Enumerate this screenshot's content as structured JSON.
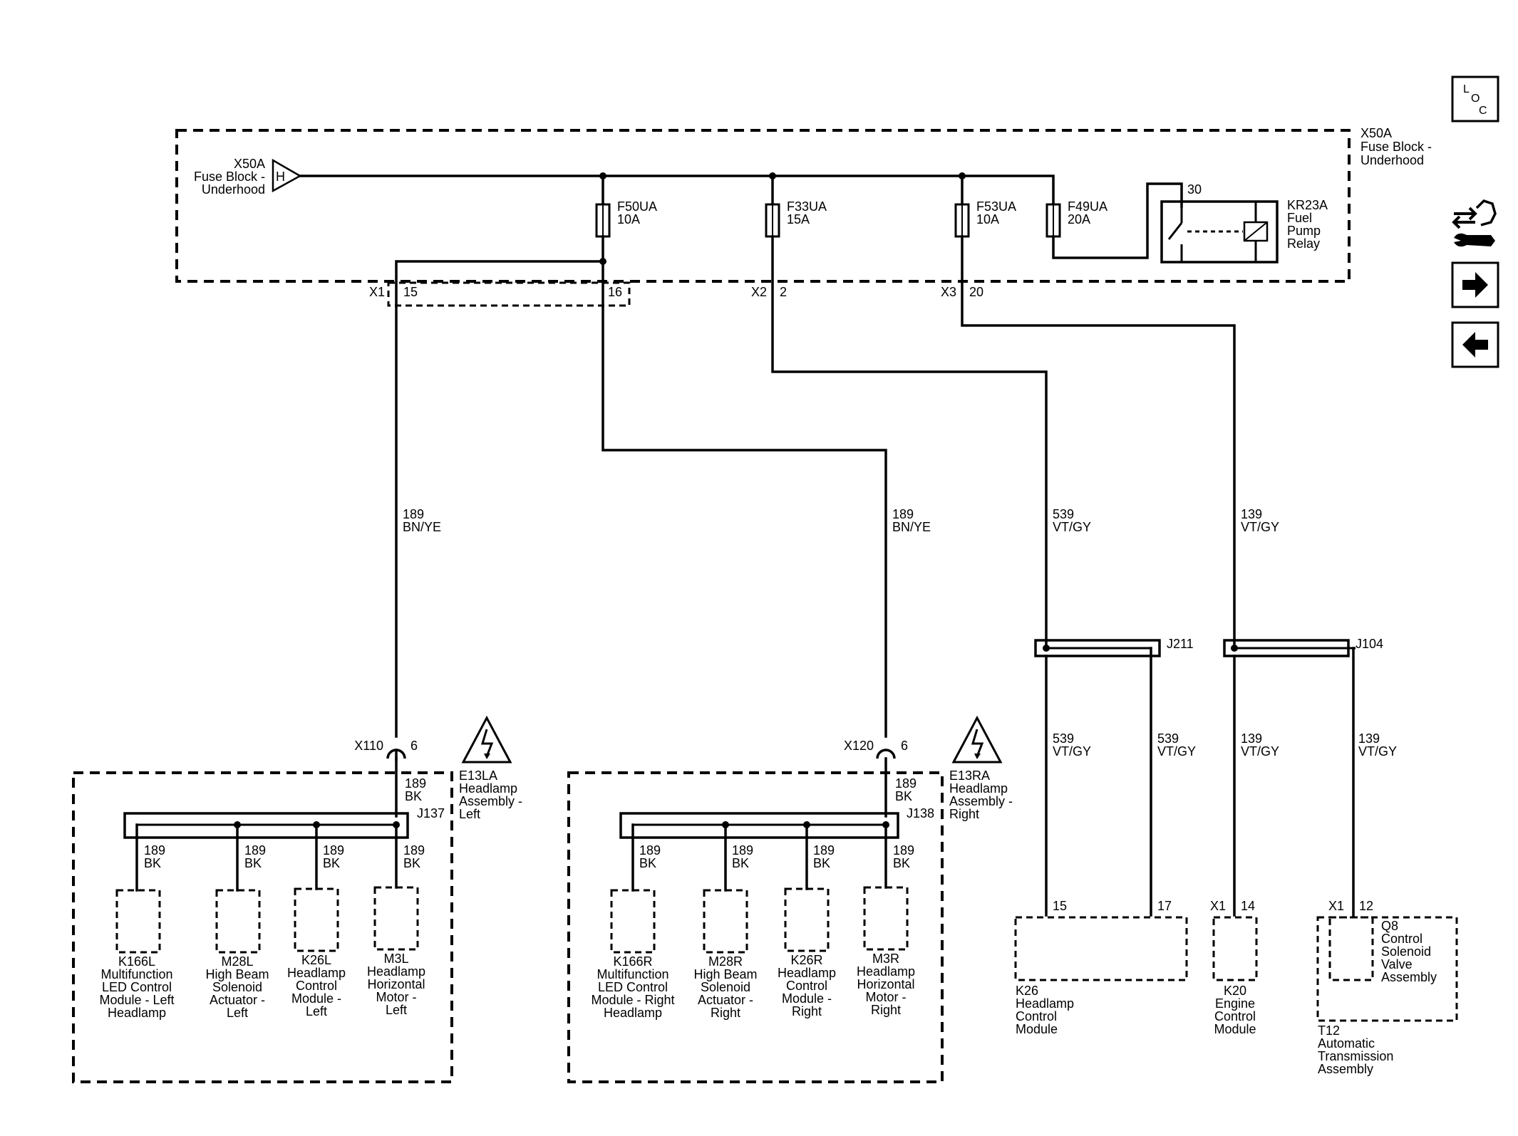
{
  "fuse_block": {
    "connector_id": "X50A",
    "name_line1": "Fuse Block -",
    "name_line2": "Underhood",
    "pin": "H"
  },
  "fuse_block_label": {
    "id": "X50A",
    "line1": "Fuse Block -",
    "line2": "Underhood"
  },
  "fuses": [
    {
      "id": "F50UA",
      "rating": "10A"
    },
    {
      "id": "F33UA",
      "rating": "15A"
    },
    {
      "id": "F53UA",
      "rating": "10A"
    },
    {
      "id": "F49UA",
      "rating": "20A"
    }
  ],
  "relay": {
    "pin": "30",
    "id": "KR23A",
    "line1": "Fuel",
    "line2": "Pump",
    "line3": "Relay"
  },
  "connectors": {
    "x1": "X1",
    "x1_pin_a": "15",
    "x1_pin_b": "16",
    "x2": "X2",
    "x2_pin": "2",
    "x3": "X3",
    "x3_pin": "20"
  },
  "wires": {
    "w189_left": {
      "circuit": "189",
      "color": "BN/YE"
    },
    "w189_right": {
      "circuit": "189",
      "color": "BN/YE"
    },
    "w539_main": {
      "circuit": "539",
      "color": "VT/GY"
    },
    "w139_main": {
      "circuit": "139",
      "color": "VT/GY"
    },
    "w539_a": {
      "circuit": "539",
      "color": "VT/GY"
    },
    "w539_b": {
      "circuit": "539",
      "color": "VT/GY"
    },
    "w139_a": {
      "circuit": "139",
      "color": "VT/GY"
    },
    "w139_b": {
      "circuit": "139",
      "color": "VT/GY"
    }
  },
  "splices": {
    "j211": "J211",
    "j104": "J104",
    "j137": "J137",
    "j138": "J138"
  },
  "left_assembly": {
    "conn": "X110",
    "pin": "6",
    "id": "E13LA",
    "line1": "Headlamp",
    "line2": "Assembly -",
    "line3": "Left",
    "feed_circuit": "189",
    "feed_color": "BK",
    "branches": [
      {
        "circuit": "189",
        "color": "BK"
      },
      {
        "circuit": "189",
        "color": "BK"
      },
      {
        "circuit": "189",
        "color": "BK"
      },
      {
        "circuit": "189",
        "color": "BK"
      }
    ],
    "components": [
      {
        "lines": [
          "K166L",
          "Multifunction",
          "LED Control",
          "Module - Left",
          "Headlamp"
        ]
      },
      {
        "lines": [
          "M28L",
          "High Beam",
          "Solenoid",
          "Actuator -",
          "Left"
        ]
      },
      {
        "lines": [
          "K26L",
          "Headlamp",
          "Control",
          "Module -",
          "Left"
        ]
      },
      {
        "lines": [
          "M3L",
          "Headlamp",
          "Horizontal",
          "Motor -",
          "Left"
        ]
      }
    ]
  },
  "right_assembly": {
    "conn": "X120",
    "pin": "6",
    "id": "E13RA",
    "line1": "Headlamp",
    "line2": "Assembly -",
    "line3": "Right",
    "feed_circuit": "189",
    "feed_color": "BK",
    "branches": [
      {
        "circuit": "189",
        "color": "BK"
      },
      {
        "circuit": "189",
        "color": "BK"
      },
      {
        "circuit": "189",
        "color": "BK"
      },
      {
        "circuit": "189",
        "color": "BK"
      }
    ],
    "components": [
      {
        "lines": [
          "K166R",
          "Multifunction",
          "LED Control",
          "Module - Right",
          "Headlamp"
        ]
      },
      {
        "lines": [
          "M28R",
          "High Beam",
          "Solenoid",
          "Actuator -",
          "Right"
        ]
      },
      {
        "lines": [
          "K26R",
          "Headlamp",
          "Control",
          "Module -",
          "Right"
        ]
      },
      {
        "lines": [
          "M3R",
          "Headlamp",
          "Horizontal",
          "Motor -",
          "Right"
        ]
      }
    ]
  },
  "k26": {
    "pin_a": "15",
    "pin_b": "17",
    "lines": [
      "K26",
      "Headlamp",
      "Control",
      "Module"
    ]
  },
  "k20": {
    "conn": "X1",
    "pin": "14",
    "lines": [
      "K20",
      "Engine",
      "Control",
      "Module"
    ]
  },
  "t12": {
    "conn": "X1",
    "pin": "12",
    "q8": [
      "Q8",
      "Control",
      "Solenoid",
      "Valve",
      "Assembly"
    ],
    "lines": [
      "T12",
      "Automatic",
      "Transmission",
      "Assembly"
    ]
  },
  "loc_button": {
    "l": "L",
    "o": "O",
    "c": "C"
  },
  "icons": {
    "loc": "loc-icon",
    "connector_service": "connector-wrench-icon",
    "next": "arrow-right-icon",
    "prev": "arrow-left-icon",
    "esd_left": "esd-warning-icon",
    "esd_right": "esd-warning-icon"
  }
}
